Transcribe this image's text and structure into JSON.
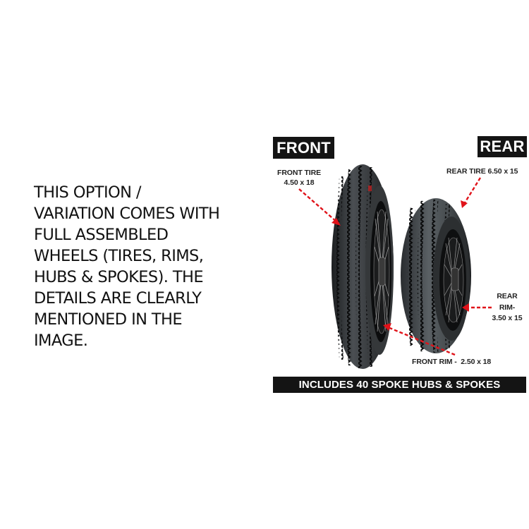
{
  "description": {
    "text": "THIS OPTION /\nVARIATION COMES WITH\nFULL ASSEMBLED\nWHEELS (TIRES, RIMS,\nHUBS & SPOKES). THE\nDETAILS ARE CLEARLY\nMENTIONED IN THE\nIMAGE."
  },
  "figure": {
    "front_tag": "FRONT",
    "rear_tag": "REAR",
    "callouts": {
      "front_tire_title": "FRONT TIRE",
      "front_tire_size": "4.50 x 18",
      "rear_tire": "REAR TIRE 6.50 x 15",
      "rear_rim_title": "REAR",
      "rear_rim_label": "RIM-",
      "rear_rim_size": "3.50 x 15",
      "front_rim": "FRONT RIM -  2.50 x 18"
    },
    "banner": "INCLUDES 40 SPOKE HUBS & SPOKES",
    "colors": {
      "label_bg": "#141414",
      "label_text": "#ffffff",
      "arrow": "#e0131a",
      "tire": "#2a2d2f",
      "tread_groove": "#0d0e0f"
    }
  }
}
